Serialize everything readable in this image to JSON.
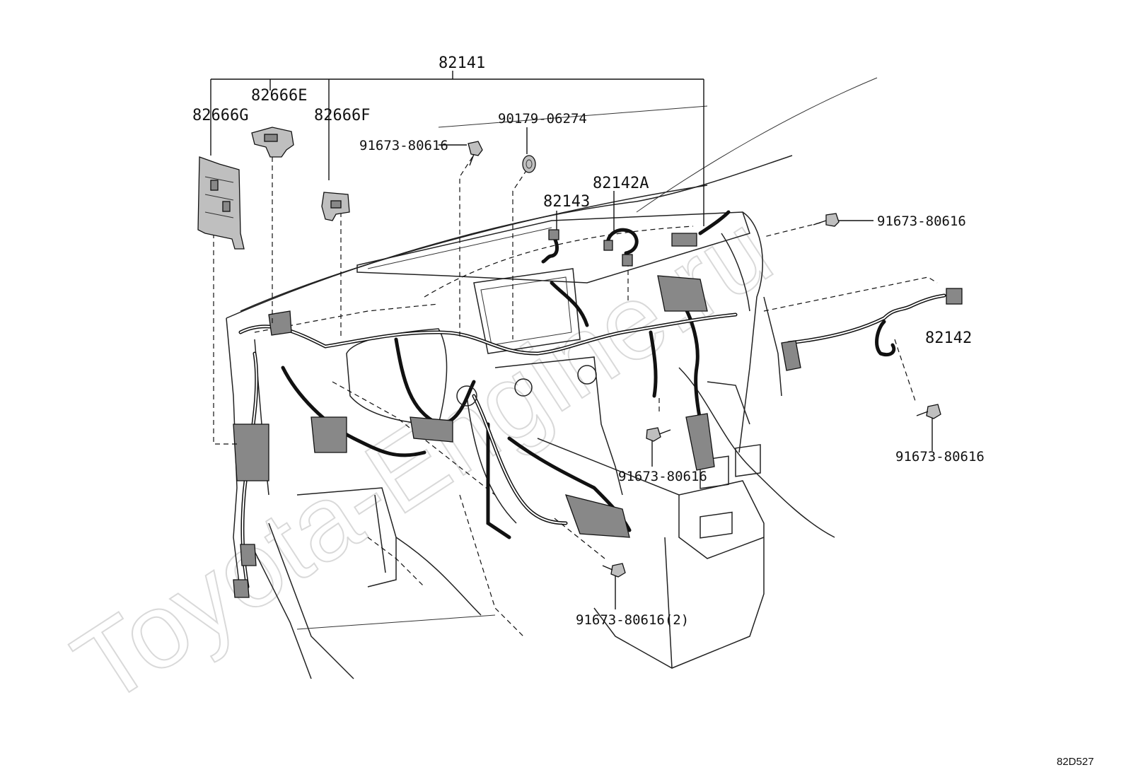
{
  "watermark": "Toyota-Engine.ru",
  "diagram_ref": "82D527",
  "labels": {
    "main_harness": "82141",
    "clamp_g": "82666G",
    "clamp_e": "82666E",
    "clamp_f": "82666F",
    "clip": "90179-06274",
    "bolt_upper_left": "91673-80616",
    "bolt_upper_right": "91673-80616",
    "bolt_center": "91673-80616",
    "bolt_right": "91673-80616",
    "bolt_lower": "91673-80616(2)",
    "wire_82143": "82143",
    "wire_82142A": "82142A",
    "wire_82142": "82142"
  }
}
